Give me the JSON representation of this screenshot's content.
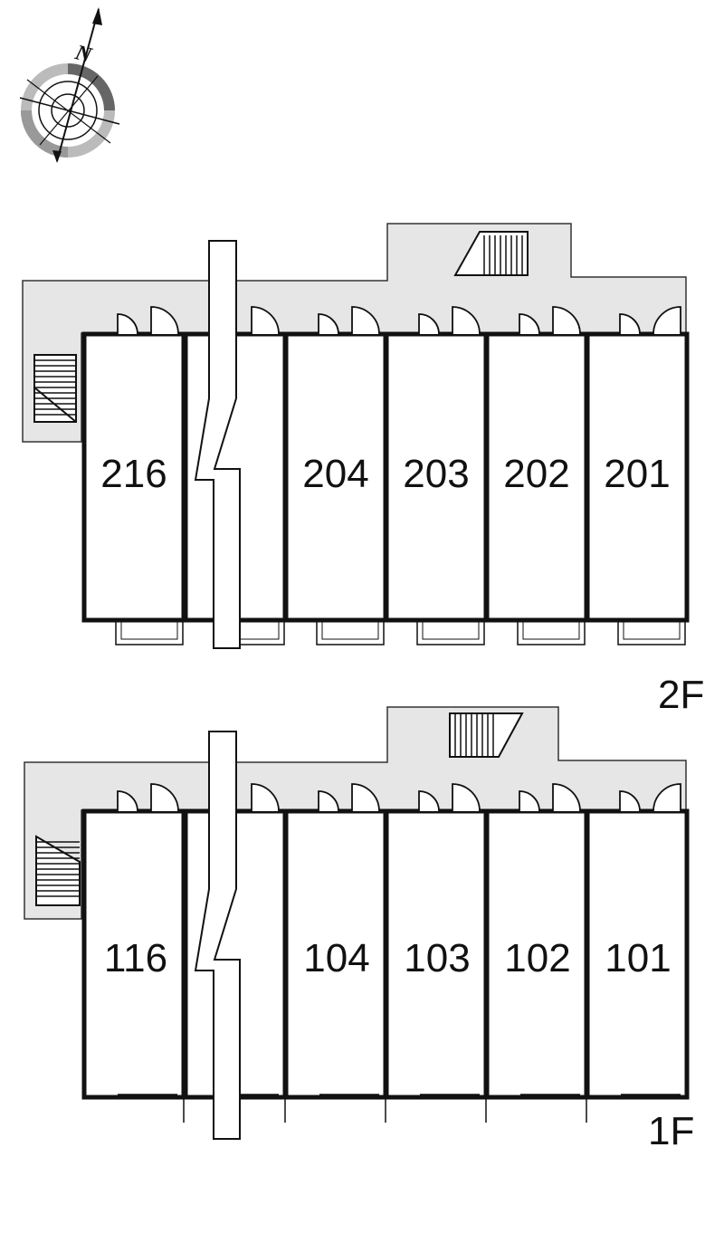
{
  "compass": {
    "north_label": "N",
    "icon": "compass-rose-icon"
  },
  "floors": [
    {
      "id": "2F",
      "label": "2F",
      "units": [
        "216",
        "",
        "204",
        "203",
        "202",
        "201"
      ]
    },
    {
      "id": "1F",
      "label": "1F",
      "units": [
        "116",
        "",
        "104",
        "103",
        "102",
        "101"
      ]
    }
  ],
  "colors": {
    "corridor": "#e6e6e6",
    "wall": "#111111",
    "background": "#ffffff"
  }
}
